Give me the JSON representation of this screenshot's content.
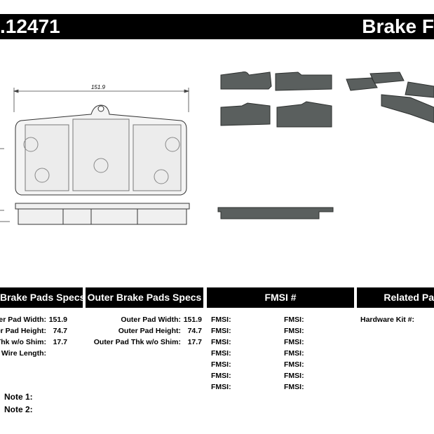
{
  "header": {
    "part_number": ".12471",
    "title": "Brake F"
  },
  "drawing": {
    "width_dimension": "151.9"
  },
  "columns": {
    "inner_header": "Brake Pads Specs",
    "outer_header": "Outer Brake Pads Specs",
    "fmsi_header": "FMSI #",
    "related_header": "Related Pa"
  },
  "inner_specs": [
    {
      "label": "er Pad Width:",
      "value": "151.9"
    },
    {
      "label": "er Pad Height:",
      "value": "74.7"
    },
    {
      "label": "Thk w/o Shim:",
      "value": "17.7"
    },
    {
      "label": "r Wire Length:",
      "value": ""
    }
  ],
  "outer_specs": [
    {
      "label": "Outer Pad Width:",
      "value": "151.9"
    },
    {
      "label": "Outer Pad Height:",
      "value": "74.7"
    },
    {
      "label": "Outer Pad Thk w/o Shim:",
      "value": "17.7"
    }
  ],
  "fmsi": {
    "left": [
      "FMSI:",
      "FMSI:",
      "FMSI:",
      "FMSI:",
      "FMSI:",
      "FMSI:",
      "FMSI:"
    ],
    "right": [
      "FMSI:",
      "FMSI:",
      "FMSI:",
      "FMSI:",
      "FMSI:",
      "FMSI:",
      "FMSI:"
    ]
  },
  "related": {
    "hardware_label": "Hardware Kit #:"
  },
  "notes": {
    "note1": "Note 1:",
    "note2": "Note 2:"
  }
}
